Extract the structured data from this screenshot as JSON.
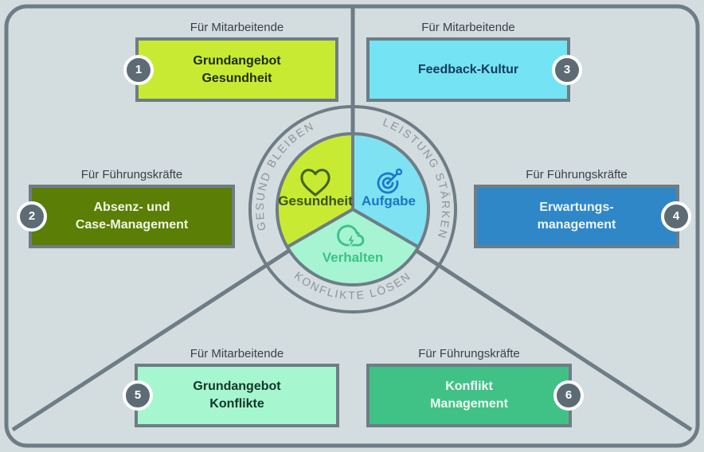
{
  "diagram": {
    "background_color": "#d3dcdf",
    "line_color": "#6e7d85",
    "badge_color": "#5d6b74"
  },
  "center": {
    "segments": [
      {
        "label": "Gesundheit",
        "ring_label": "GESUND BLEIBEN",
        "color": "#c9ea33",
        "label_color": "#3a5512",
        "icon": "heart-icon"
      },
      {
        "label": "Aufgabe",
        "ring_label": "LEISTUNG STÄRKEN",
        "color": "#7ee2f2",
        "label_color": "#1d74c4",
        "icon": "target-dart-icon"
      },
      {
        "label": "Verhalten",
        "ring_label": "KONFLIKTE LÖSEN",
        "color": "#a6f4d2",
        "label_color": "#3cc287",
        "icon": "storm-cloud-icon"
      }
    ]
  },
  "boxes": [
    {
      "number": "1",
      "audience": "Für Mitarbeitende",
      "title_line1": "Grundangebot",
      "title_line2": "Gesundheit",
      "bg": "#c9ea33",
      "fg": "#1d2b06",
      "badge_side": "left"
    },
    {
      "number": "2",
      "audience": "Für Führungskräfte",
      "title_line1": "Absenz- und",
      "title_line2": "Case-Management",
      "bg": "#5a7e06",
      "fg": "#f1f6e4",
      "badge_side": "left"
    },
    {
      "number": "3",
      "audience": "Für Mitarbeitende",
      "title_line1": "Feedback-Kultur",
      "title_line2": "",
      "bg": "#74e3f4",
      "fg": "#123a5e",
      "badge_side": "right"
    },
    {
      "number": "4",
      "audience": "Für Führungskräfte",
      "title_line1": "Erwartungs-",
      "title_line2": "management",
      "bg": "#2f87c7",
      "fg": "#eef6fb",
      "badge_side": "right"
    },
    {
      "number": "5",
      "audience": "Für Mitarbeitende",
      "title_line1": "Grundangebot",
      "title_line2": "Konflikte",
      "bg": "#a6f6d0",
      "fg": "#11352a",
      "badge_side": "left"
    },
    {
      "number": "6",
      "audience": "Für Führungskräfte",
      "title_line1": "Konflikt",
      "title_line2": "Management",
      "bg": "#40c287",
      "fg": "#f0faf5",
      "badge_side": "right"
    }
  ]
}
